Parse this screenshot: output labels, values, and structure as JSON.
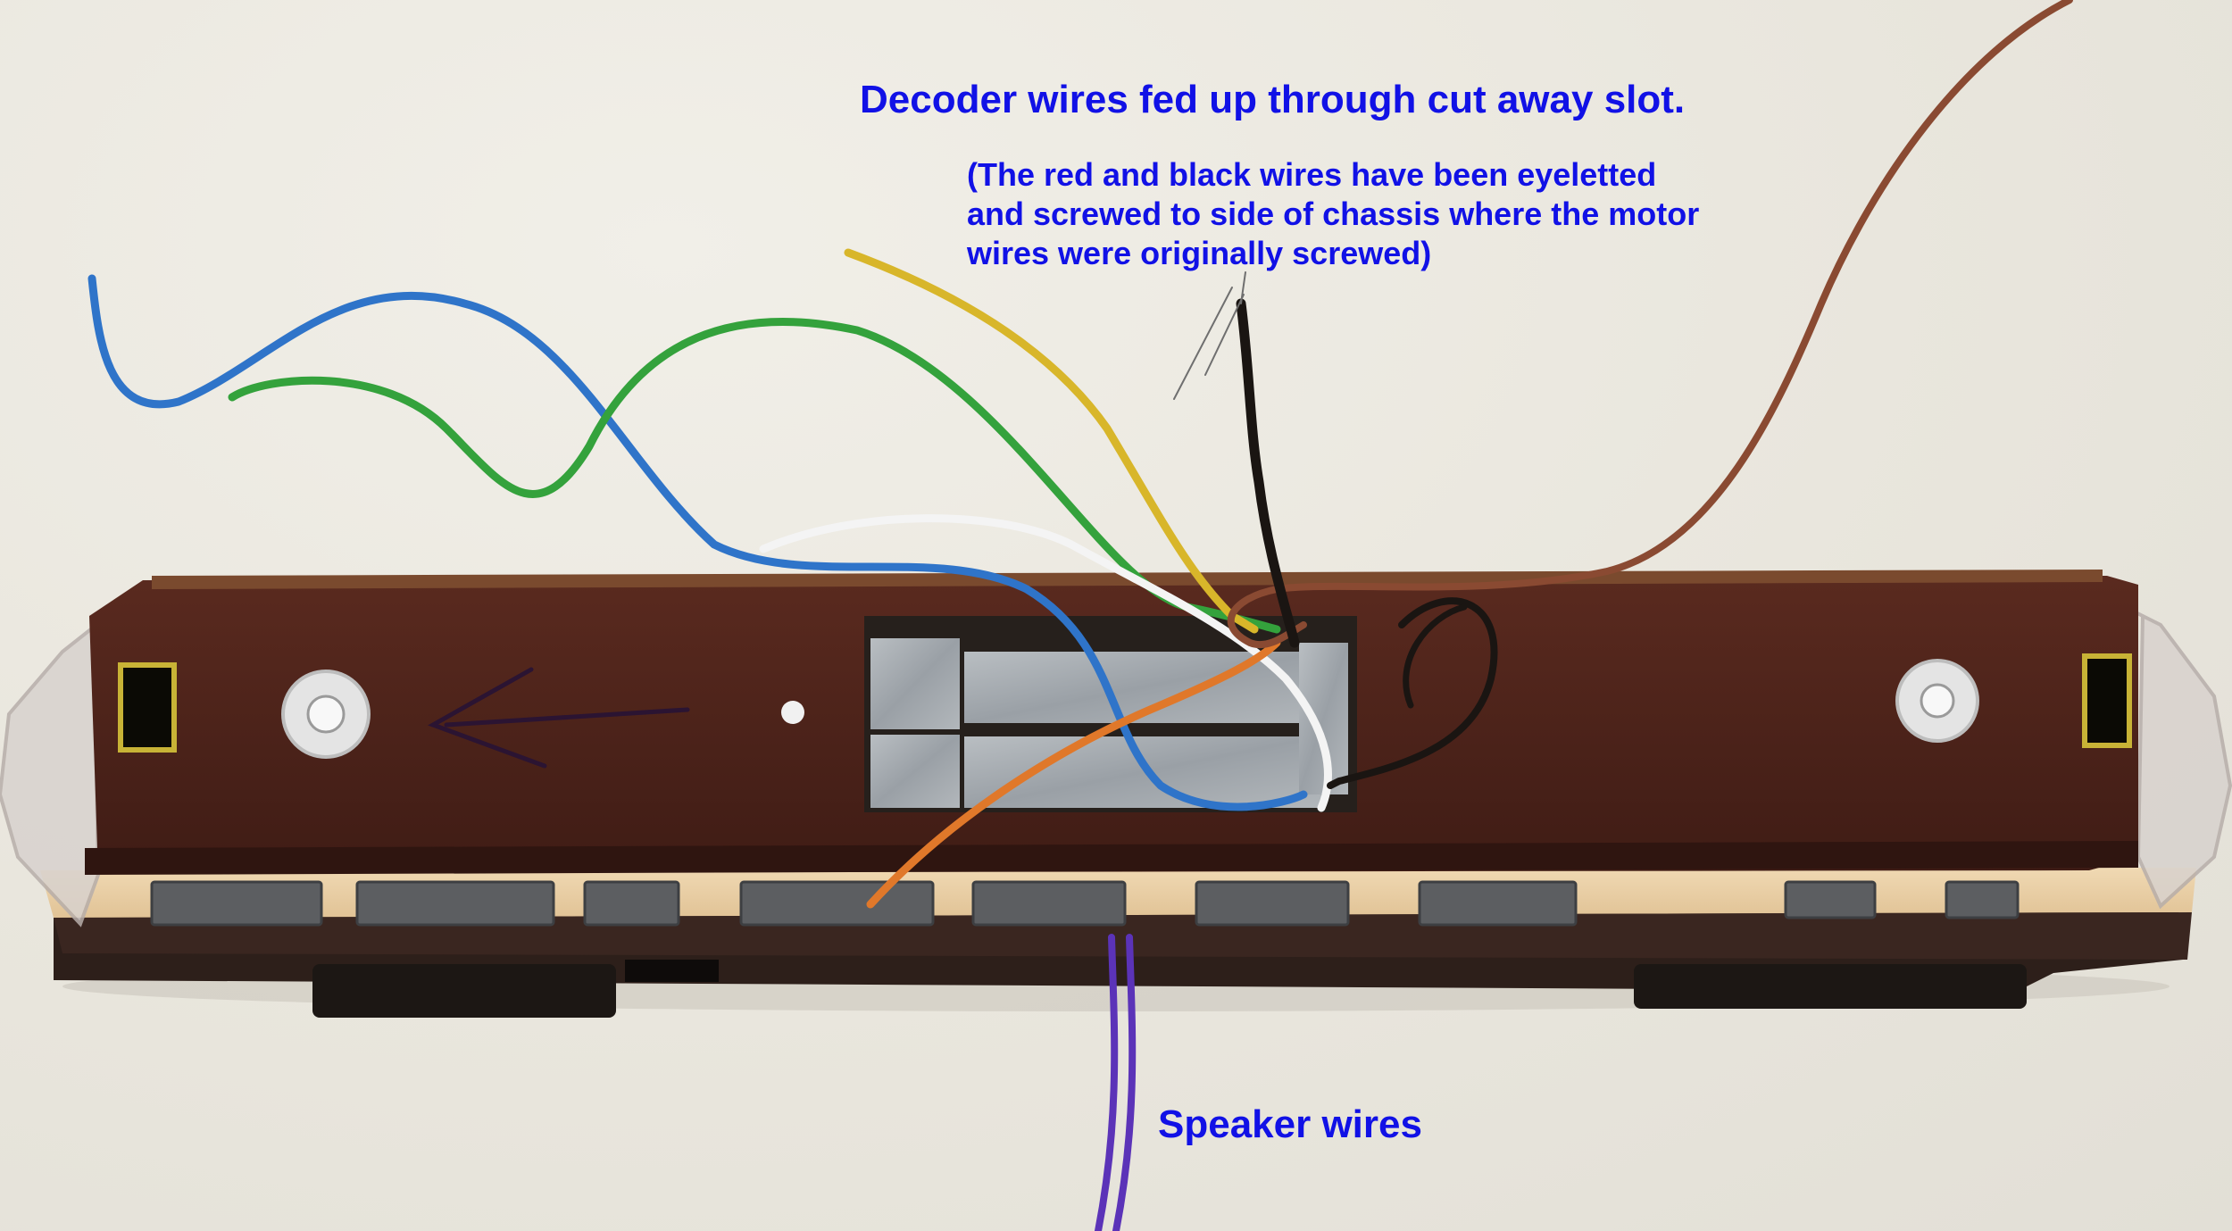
{
  "image": {
    "subject": "model-railcar-body-with-decoder-wires",
    "colors": {
      "background": "#eceae2",
      "roof": "#4a2219",
      "body_cream": "#ecd2a8",
      "body_brown": "#3a2620",
      "caption": "#1111e6",
      "wire_blue": "#2f74c9",
      "wire_green": "#34a23c",
      "wire_yellow": "#d8b62a",
      "wire_white": "#f2f2f2",
      "wire_orange": "#e0782a",
      "wire_brown": "#8a4a32",
      "wire_black": "#1a1512",
      "wire_purple": "#5b33b8"
    }
  },
  "captions": {
    "title": "Decoder wires fed up through cut away slot.",
    "note_lines": [
      "(The red and black wires have been eyeletted",
      "and screwed to side of chassis where the motor",
      "wires were originally screwed)"
    ],
    "speaker": "Speaker wires"
  }
}
